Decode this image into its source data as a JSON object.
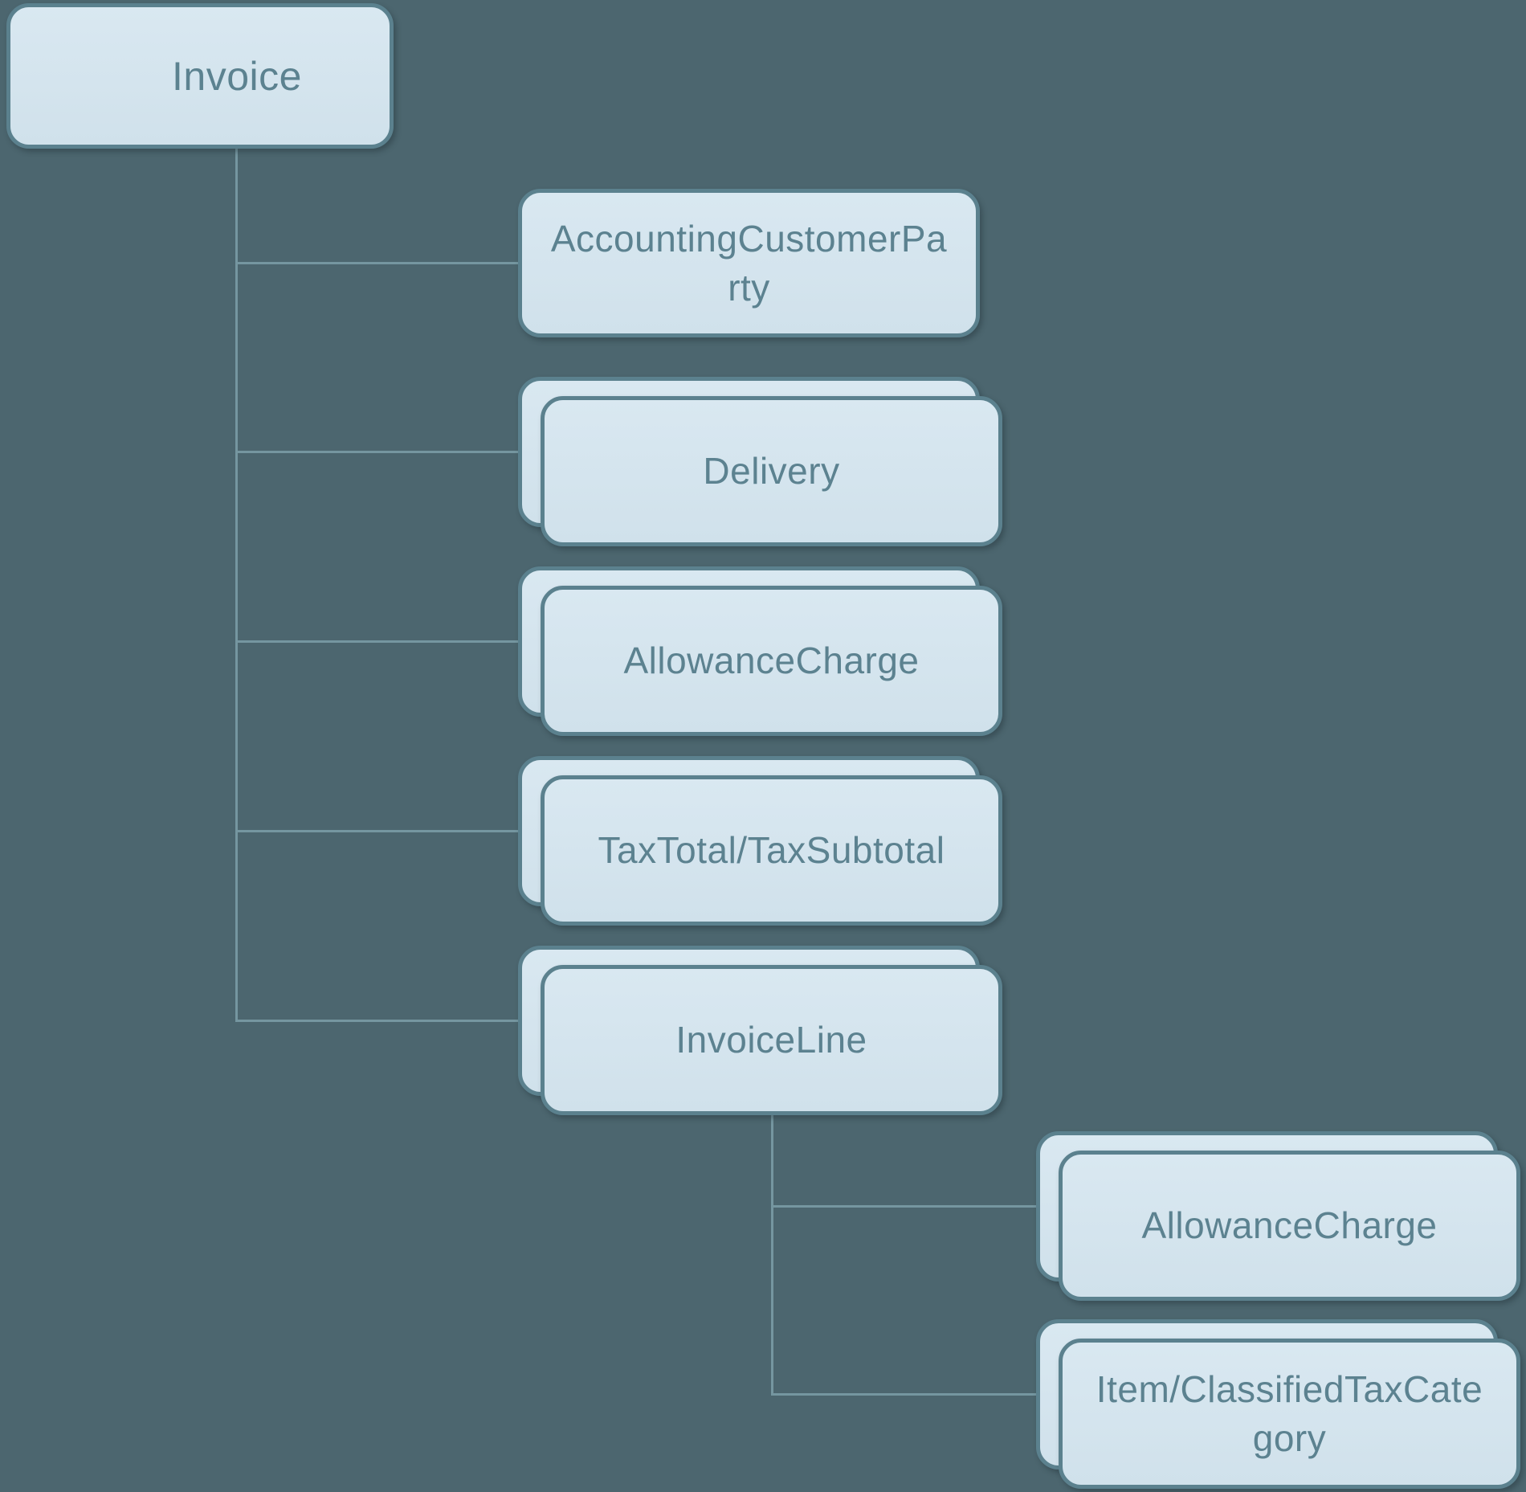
{
  "colors": {
    "background": "#4C666F",
    "node_fill_top": "#D9E8F1",
    "node_fill_bottom": "#D0E1EB",
    "node_border": "#5B818E",
    "text": "#5C8290",
    "connector": "#7596A0"
  },
  "diagram": {
    "type": "hierarchy",
    "root": {
      "label": "Invoice",
      "multiple_instances": false
    },
    "children": [
      {
        "label": [
          "AccountingCustomerPa",
          "rty"
        ],
        "multiple_instances": false
      },
      {
        "label": "Delivery",
        "multiple_instances": true
      },
      {
        "label": "AllowanceCharge",
        "multiple_instances": true
      },
      {
        "label": "TaxTotal/TaxSubtotal",
        "multiple_instances": true
      },
      {
        "label": "InvoiceLine",
        "multiple_instances": true
      }
    ],
    "invoice_line_children": [
      {
        "label": "AllowanceCharge",
        "multiple_instances": true
      },
      {
        "label": [
          "Item/ClassifiedTaxCate",
          "gory"
        ],
        "multiple_instances": true
      }
    ]
  }
}
